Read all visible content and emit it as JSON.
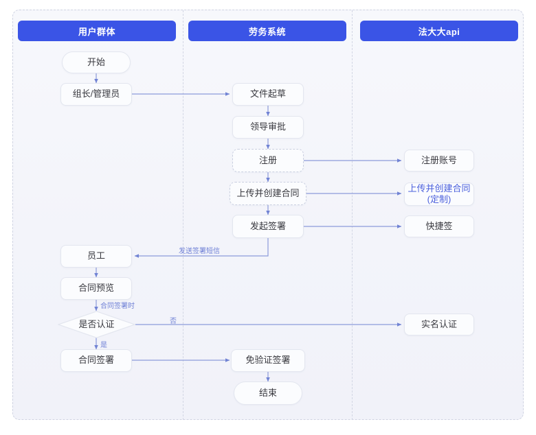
{
  "diagram": {
    "title_present": false,
    "colors": {
      "lane_header_bg": "#3a54e6",
      "lane_header_text": "#ffffff",
      "connector": "#8c9ada",
      "node_border": "#e3e6ef",
      "node_bg": "#fbfcfe",
      "node_text": "#39393f",
      "accent_text": "#4a5fdc",
      "edge_label_text": "#6f80d6",
      "canvas_bg": "#f4f5fa"
    },
    "lanes": [
      {
        "id": "lane-user",
        "label": "用户群体"
      },
      {
        "id": "lane-labor",
        "label": "劳务系统"
      },
      {
        "id": "lane-api",
        "label": "法大大api"
      }
    ],
    "nodes": [
      {
        "id": "start",
        "label": "开始",
        "shape": "terminator",
        "lane": 0
      },
      {
        "id": "leader-admin",
        "label": "组长/管理员",
        "shape": "rounded",
        "lane": 0
      },
      {
        "id": "file-draft",
        "label": "文件起草",
        "shape": "rounded",
        "lane": 1
      },
      {
        "id": "leader-approve",
        "label": "领导审批",
        "shape": "rounded",
        "lane": 1
      },
      {
        "id": "register",
        "label": "注册",
        "shape": "dashed",
        "lane": 1
      },
      {
        "id": "upload-create",
        "label": "上传并创建合同",
        "shape": "dashed",
        "lane": 1
      },
      {
        "id": "initiate-sign",
        "label": "发起签署",
        "shape": "rounded",
        "lane": 1
      },
      {
        "id": "register-account",
        "label": "注册账号",
        "shape": "rounded",
        "lane": 2
      },
      {
        "id": "upload-custom",
        "label": "上传并创建合同\n(定制)",
        "line1": "上传并创建合同",
        "line2": "(定制)",
        "shape": "rounded-accent",
        "lane": 2
      },
      {
        "id": "quick-sign",
        "label": "快捷签",
        "shape": "rounded",
        "lane": 2
      },
      {
        "id": "employee",
        "label": "员工",
        "shape": "rounded",
        "lane": 0
      },
      {
        "id": "contract-preview",
        "label": "合同预览",
        "shape": "rounded",
        "lane": 0
      },
      {
        "id": "is-verified",
        "label": "是否认证",
        "shape": "diamond",
        "lane": 0
      },
      {
        "id": "contract-sign",
        "label": "合同签署",
        "shape": "rounded",
        "lane": 0
      },
      {
        "id": "realname-auth",
        "label": "实名认证",
        "shape": "rounded",
        "lane": 2
      },
      {
        "id": "no-verify-sign",
        "label": "免验证签署",
        "shape": "rounded",
        "lane": 1
      },
      {
        "id": "end",
        "label": "结束",
        "shape": "terminator",
        "lane": 1
      }
    ],
    "edges": [
      {
        "id": "e-start-leader",
        "from": "start",
        "to": "leader-admin",
        "label": ""
      },
      {
        "id": "e-leader-draft",
        "from": "leader-admin",
        "to": "file-draft",
        "label": ""
      },
      {
        "id": "e-draft-approve",
        "from": "file-draft",
        "to": "leader-approve",
        "label": ""
      },
      {
        "id": "e-approve-register",
        "from": "leader-approve",
        "to": "register",
        "label": ""
      },
      {
        "id": "e-register-account",
        "from": "register",
        "to": "register-account",
        "label": ""
      },
      {
        "id": "e-register-upload",
        "from": "register",
        "to": "upload-create",
        "label": ""
      },
      {
        "id": "e-upload-custom",
        "from": "upload-create",
        "to": "upload-custom",
        "label": ""
      },
      {
        "id": "e-upload-initiate",
        "from": "upload-create",
        "to": "initiate-sign",
        "label": ""
      },
      {
        "id": "e-initiate-quick",
        "from": "initiate-sign",
        "to": "quick-sign",
        "label": ""
      },
      {
        "id": "e-initiate-employee",
        "from": "initiate-sign",
        "to": "employee",
        "label": "发送签署短信"
      },
      {
        "id": "e-employee-preview",
        "from": "employee",
        "to": "contract-preview",
        "label": ""
      },
      {
        "id": "e-preview-decision",
        "from": "contract-preview",
        "to": "is-verified",
        "label": "合同签署时"
      },
      {
        "id": "e-decision-realname",
        "from": "is-verified",
        "to": "realname-auth",
        "label": "否"
      },
      {
        "id": "e-decision-sign",
        "from": "is-verified",
        "to": "contract-sign",
        "label": "是"
      },
      {
        "id": "e-sign-noverify",
        "from": "contract-sign",
        "to": "no-verify-sign",
        "label": ""
      },
      {
        "id": "e-noverify-end",
        "from": "no-verify-sign",
        "to": "end",
        "label": ""
      }
    ],
    "edge_labels": {
      "send_sms": "发送签署短信",
      "when_signing": "合同签署时",
      "no": "否",
      "yes": "是"
    }
  }
}
